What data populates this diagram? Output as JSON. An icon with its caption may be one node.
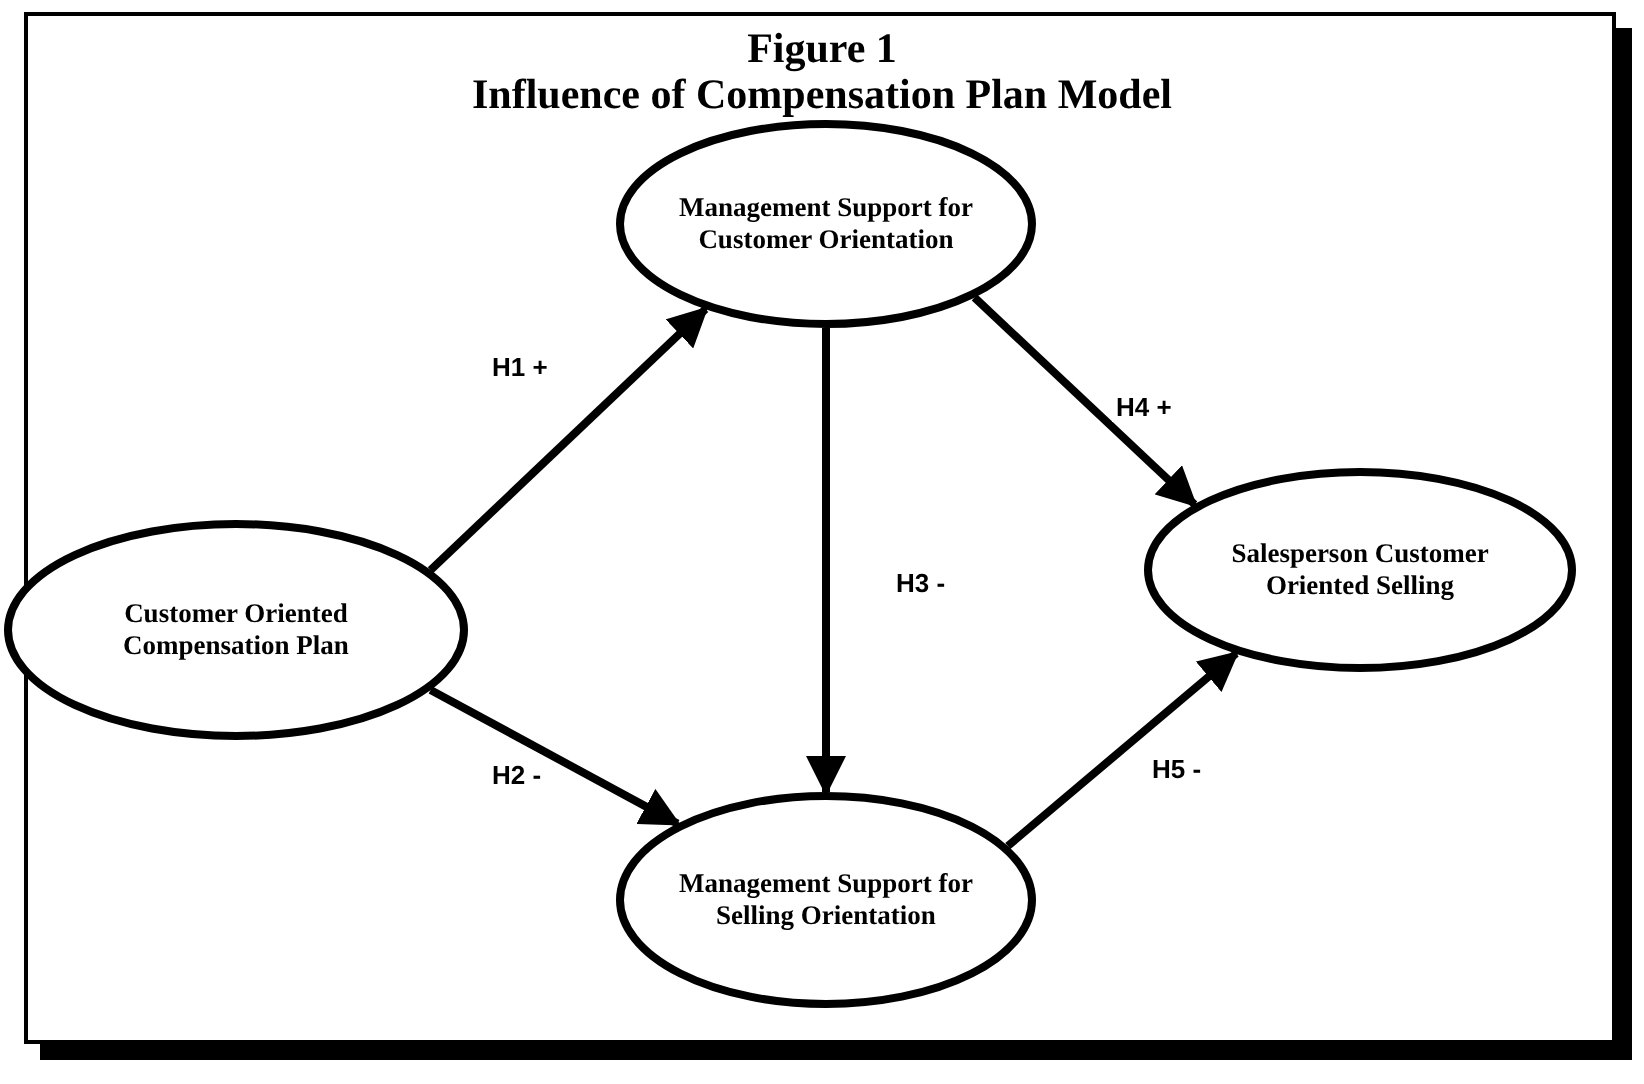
{
  "diagram": {
    "title": "Figure 1",
    "caption": "Influence of Compensation Plan Model",
    "nodes": [
      {
        "text": [
          "Management Support for Customer Orientation"
        ]
      },
      {
        "text": [
          "Customer Oriented Compensation Plan"
        ]
      },
      {
        "text": [
          "Salesperson Customer Oriented Selling"
        ]
      },
      {
        "text": [
          "Management Support for Selling Orientation"
        ]
      }
    ],
    "edges": [
      {
        "from": 1,
        "to": 0,
        "arrow": "to",
        "label": "H1 +"
      },
      {
        "from": 1,
        "to": 3,
        "arrow": "to",
        "label": "H2 -"
      },
      {
        "from": 0,
        "to": 3,
        "arrow": "to",
        "label": "H3 -"
      },
      {
        "from": 0,
        "to": 2,
        "arrow": "to",
        "label": "H4 +"
      },
      {
        "from": 3,
        "to": 2,
        "arrow": "to",
        "label": "H5 -"
      }
    ]
  }
}
